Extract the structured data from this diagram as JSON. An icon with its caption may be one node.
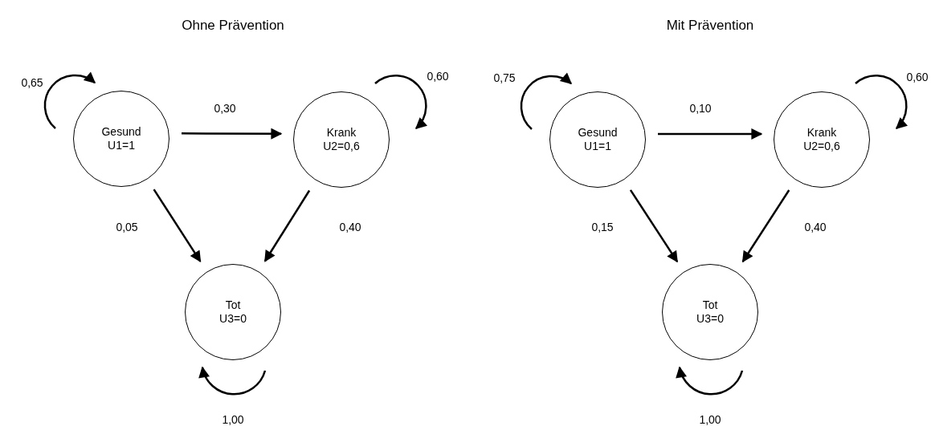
{
  "diagram": {
    "nodes": [
      {
        "text": [
          "Gesund",
          "U1=1"
        ]
      },
      {
        "text": [
          "Krank",
          "U2=0,6"
        ]
      },
      {
        "text": [
          "Tot",
          "U3=0"
        ]
      },
      {
        "text": [
          "Gesund",
          "U1=1"
        ]
      },
      {
        "text": [
          "Krank",
          "U2=0,6"
        ]
      },
      {
        "text": [
          "Tot",
          "U3=0"
        ]
      }
    ],
    "edges": [
      {
        "from": 0,
        "to": 0,
        "arrow": "to",
        "label": "0,65"
      },
      {
        "from": 0,
        "to": 1,
        "arrow": "to",
        "label": "0,30"
      },
      {
        "from": 1,
        "to": 1,
        "arrow": "to",
        "label": "0,60"
      },
      {
        "from": 0,
        "to": 2,
        "arrow": "to",
        "label": "0,05"
      },
      {
        "from": 1,
        "to": 2,
        "arrow": "to",
        "label": "0,40"
      },
      {
        "from": 2,
        "to": 2,
        "arrow": "to",
        "label": "1,00"
      },
      {
        "from": 3,
        "to": 3,
        "arrow": "to",
        "label": "0,75"
      },
      {
        "from": 3,
        "to": 4,
        "arrow": "to",
        "label": "0,10"
      },
      {
        "from": 4,
        "to": 4,
        "arrow": "to",
        "label": "0,60"
      },
      {
        "from": 3,
        "to": 5,
        "arrow": "to",
        "label": "0,15"
      },
      {
        "from": 4,
        "to": 5,
        "arrow": "to",
        "label": "0,40"
      },
      {
        "from": 5,
        "to": 5,
        "arrow": "to",
        "label": "1,00"
      }
    ],
    "labels": [
      "Ohne Prävention",
      "Mit Prävention"
    ]
  }
}
